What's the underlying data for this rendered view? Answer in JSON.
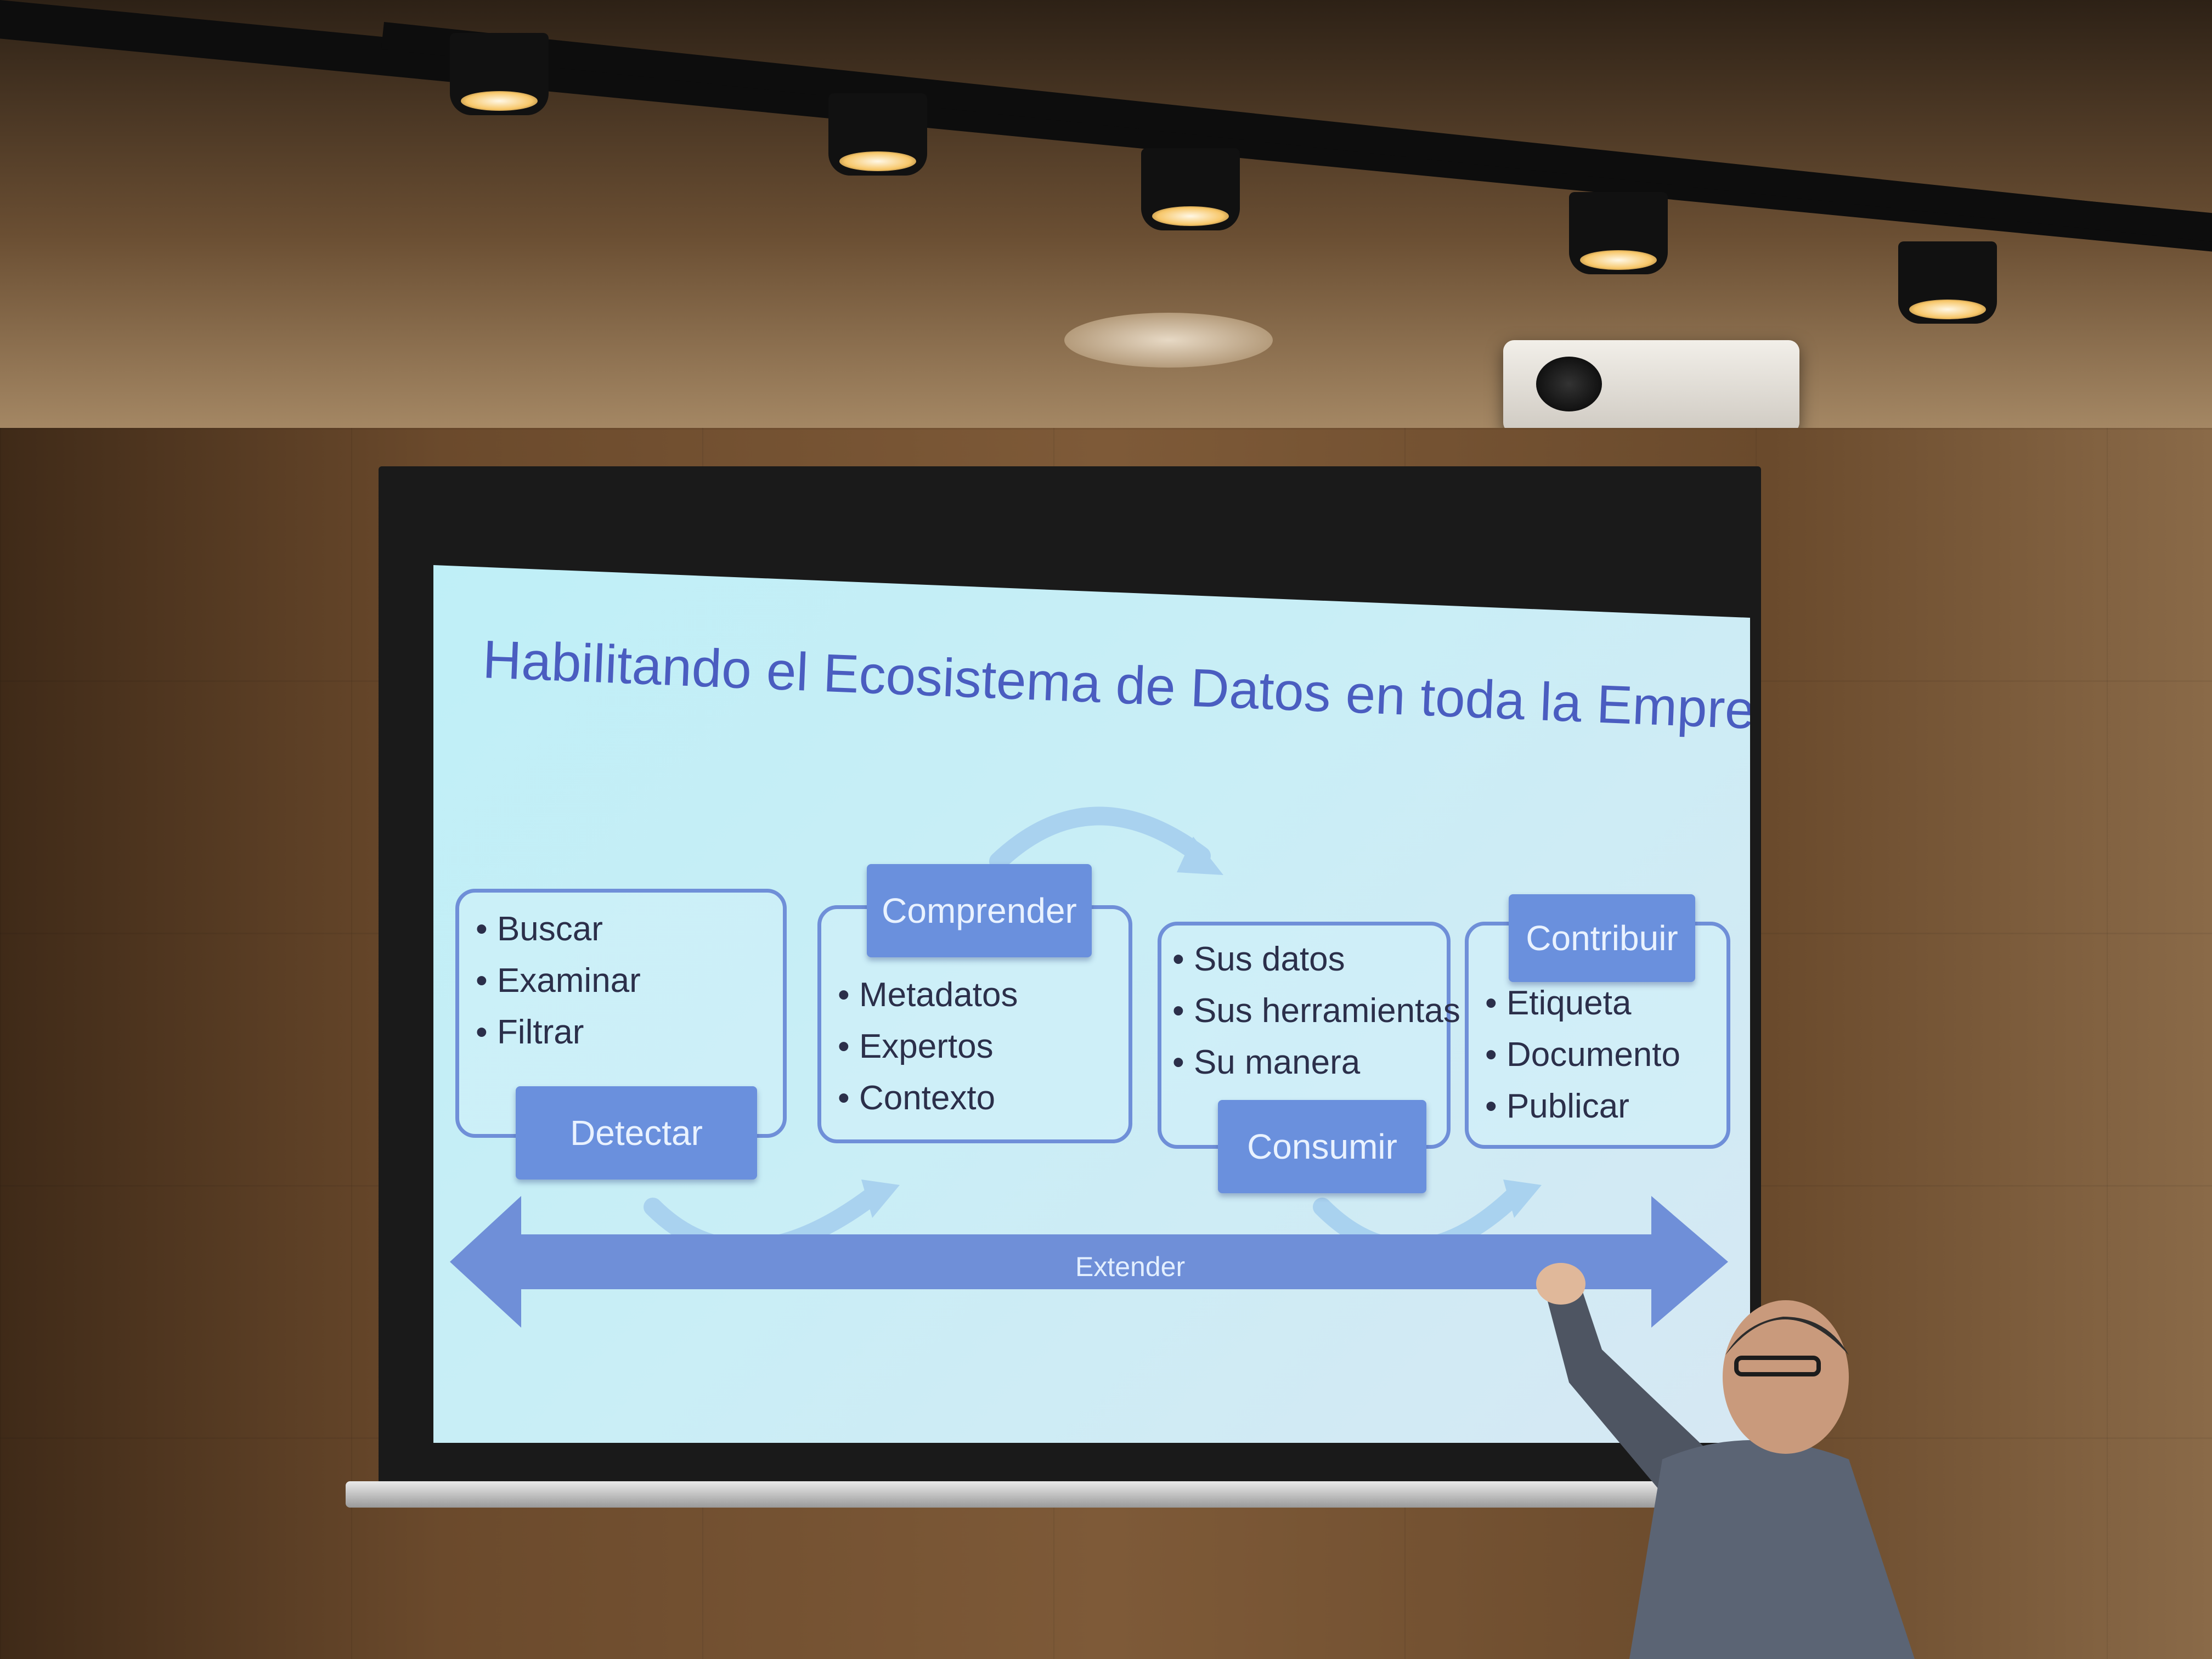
{
  "slide": {
    "title": "Habilitando el Ecosistema de Datos en toda la Empresa",
    "stages": [
      {
        "label": "Detectar",
        "items": [
          "Buscar",
          "Examinar",
          "Filtrar"
        ]
      },
      {
        "label": "Comprender",
        "items": [
          "Metadatos",
          "Expertos",
          "Contexto"
        ]
      },
      {
        "label": "Consumir",
        "items": [
          "Sus datos",
          "Sus herramientas",
          "Su manera"
        ]
      },
      {
        "label": "Contribuir",
        "items": [
          "Etiqueta",
          "Documento",
          "Publicar"
        ]
      }
    ],
    "arrow_label": "Extender"
  },
  "colors": {
    "slide_background": "#c9eef6",
    "title_text": "#4a5dc0",
    "label_fill": "#6a90dd",
    "box_border": "#6f8fd8",
    "arrow_fill": "#6f8fd8"
  }
}
